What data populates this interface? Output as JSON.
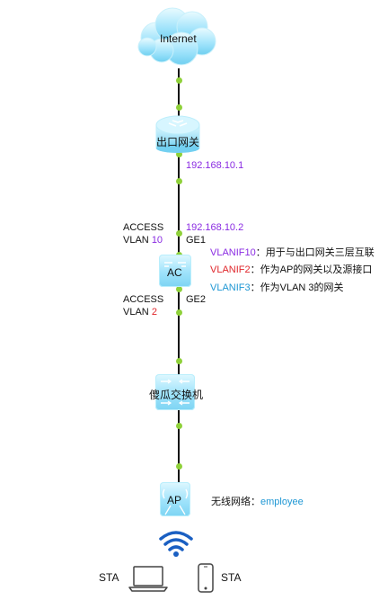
{
  "internet": {
    "label": "Internet"
  },
  "gateway": {
    "label": "出口网关",
    "ip": "192.168.10.1"
  },
  "ac": {
    "label": "AC",
    "uplink": {
      "mode": "ACCESS",
      "vlan_prefix": "VLAN",
      "vlan_id": "10",
      "ip": "192.168.10.2",
      "port": "GE1"
    },
    "downlink": {
      "mode": "ACCESS",
      "vlan_prefix": "VLAN",
      "vlan_id": "2",
      "port": "GE2"
    },
    "vlanifs": [
      {
        "name": "VLANIF10",
        "desc": "：用于与出口网关三层互联",
        "color": "#8a2be2"
      },
      {
        "name": "VLANIF2",
        "desc": "：作为AP的网关以及源接口",
        "color": "#e0262b"
      },
      {
        "name": "VLANIF3",
        "desc": "：作为VLAN 3的网关",
        "color": "#1f97d4"
      }
    ]
  },
  "switch": {
    "label": "傻瓜交换机"
  },
  "ap": {
    "label": "AP",
    "wireless_prefix": "无线网络：",
    "ssid": "employee"
  },
  "stations": [
    {
      "label": "STA"
    },
    {
      "label": "STA"
    }
  ],
  "colors": {
    "link_dot": "#8fd13a",
    "device": "#7dd4f3",
    "wifi": "#1a5fc2",
    "ip": "#8a2be2"
  }
}
